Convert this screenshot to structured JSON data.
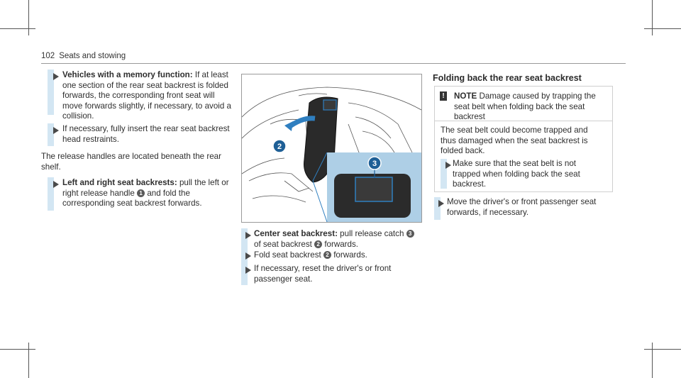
{
  "header": {
    "page_number": "102",
    "section_title": "Seats and stowing"
  },
  "left_column": {
    "item1_title": "Vehicles with a memory function:",
    "item1_body": "If at least one section of the rear seat backrest is folded forwards, the corresponding front seat will move forwards slightly, if necessary, to avoid a collision.",
    "item2_body": "If necessary, fully insert the rear seat backrest head restraints.",
    "paragraph": "The release handles are located beneath the rear shelf.",
    "item3_title": "Left and right seat backrests:",
    "item3_body_a": "pull the left or right release handle",
    "item3_ref": "1",
    "item3_body_b": "and fold the corresponding seat backrest forwards."
  },
  "figure": {
    "callout_2": "2",
    "callout_3": "3"
  },
  "middle_column": {
    "step1_title": "Center seat backrest:",
    "step1_body_a": "pull release catch",
    "step1_ref": "3",
    "step1_body_b": "of seat backrest",
    "step1_ref2": "2",
    "step1_body_c": "forwards.",
    "step2_body_a": "Fold seat backrest",
    "step2_ref": "2",
    "step2_body_b": "forwards.",
    "step3_body": "If necessary, reset the driver's or front passenger seat."
  },
  "right_column": {
    "heading": "Folding back the rear seat backrest",
    "note_icon": "!",
    "note_label": "NOTE",
    "note_title": "Damage caused by trapping the seat belt when folding back the seat backrest",
    "note_body": "The seat belt could become trapped and thus damaged when the seat backrest is folded back.",
    "note_step": "Make sure that the seat belt is not trapped when folding back the seat backrest.",
    "final_step": "Move the driver's or front passenger seat forwards, if necessary."
  },
  "colors": {
    "accent_bar": "#d3e6f3",
    "inset_blue": "#aecfe6",
    "arrow_blue": "#2f7fc0"
  }
}
